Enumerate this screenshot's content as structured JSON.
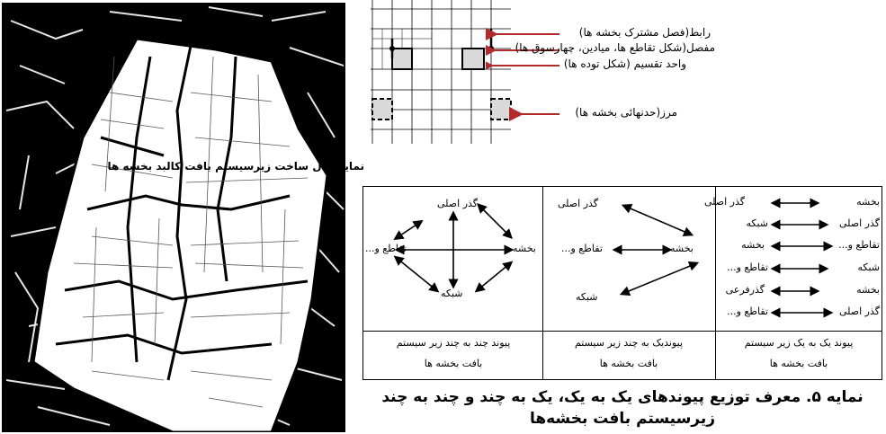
{
  "grid_labels": {
    "link": "رابط(فصل مشترک بخشه ها)",
    "joint": "مفصل(شکل تقاطع ها، میادین، چهارسوق ها)",
    "division_unit": "واحد تقسیم (شکل توده ها)",
    "border": "مرز(حدنهائی بخشه ها)"
  },
  "top_caption": "نمایه مدل ساخت زیرسیستم بافت کالبد بخشه ها",
  "table": {
    "left_col": {
      "nodes": {
        "top": "گذر اصلی",
        "left": "تقاطع و...",
        "right": "بخشه",
        "bottom": "شبکه"
      },
      "footer_line1": "پیوند چند به چند زیر سیستم",
      "footer_line2": "بافت بخشه ها"
    },
    "middle_col": {
      "nodes": {
        "top": "گذر اصلی",
        "left": "تقاطع و...",
        "right": "بخشه",
        "bottom": "شبکه"
      },
      "footer_line1": "پیوندیک به چند زیر سیستم",
      "footer_line2": "بافت بخشه ها"
    },
    "right_col": {
      "rows": [
        {
          "a": "بخشه",
          "b": "گذر اصلی"
        },
        {
          "a": "گذر اصلی",
          "b": "شبکه"
        },
        {
          "a": "تقاطع و...",
          "b": "بخشه"
        },
        {
          "a": "شبکه",
          "b": "تقاطع و..."
        },
        {
          "a": "بخشه",
          "b": "گذرفرعی"
        },
        {
          "a": "گذر اصلی",
          "b": "تقاطع و..."
        }
      ],
      "footer_line1": "پیوند یک به یک زیر سیستم",
      "footer_line2": "بافت بخشه ها"
    }
  },
  "bottom_caption_line1": "نمایه ۵. معرف توزیع پیوندهای یک به یک، یک به چند و چند به چند",
  "bottom_caption_line2": "زیرسیستم بافت بخشه‌ها",
  "colors": {
    "arrow_red": "#b22a2a",
    "map_black": "#000000",
    "cell_gray": "#d9d9d9"
  }
}
